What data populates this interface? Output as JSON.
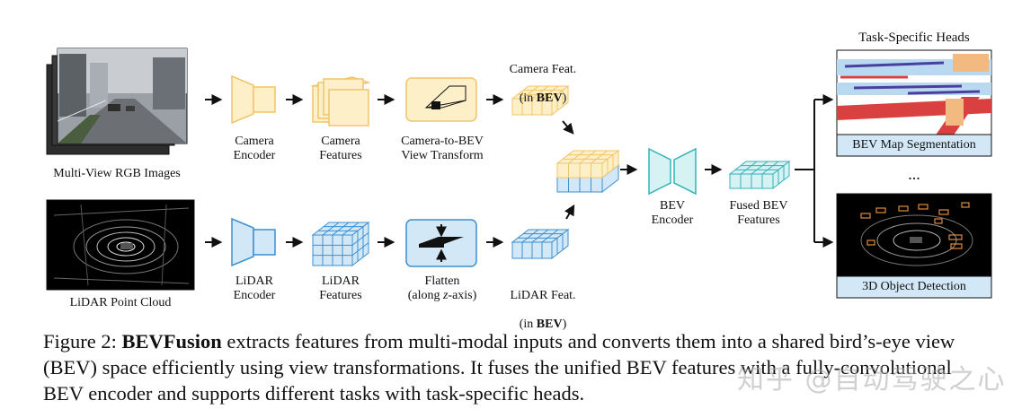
{
  "inputs": {
    "camera_images_label": "Multi-View RGB Images",
    "lidar_cloud_label": "LiDAR Point Cloud"
  },
  "camera_branch": {
    "encoder_label": "Camera\nEncoder",
    "features_label": "Camera\nFeatures",
    "transform_label": "Camera-to-BEV\nView Transform",
    "bev_feat_label_line1": "Camera Feat.",
    "bev_feat_label_pre": "(in ",
    "bev_feat_label_bold": "BEV",
    "bev_feat_label_post": ")"
  },
  "lidar_branch": {
    "encoder_label": "LiDAR\nEncoder",
    "features_label": "LiDAR\nFeatures",
    "flatten_label_pre": "Flatten\n(along ",
    "flatten_label_italic": "z",
    "flatten_label_post": "-axis)",
    "bev_feat_label_line1": "LiDAR Feat.",
    "bev_feat_label_pre": "(in ",
    "bev_feat_label_bold": "BEV",
    "bev_feat_label_post": ")"
  },
  "fusion": {
    "bev_encoder_label": "BEV\nEncoder",
    "fused_label": "Fused BEV\nFeatures"
  },
  "heads": {
    "title": "Task-Specific Heads",
    "map_seg_label": "BEV Map Segmentation",
    "ellipsis": "...",
    "det_label": "3D Object Detection"
  },
  "caption": {
    "prefix": "Figure 2: ",
    "bold": "BEVFusion",
    "text": " extracts features from multi-modal inputs and converts them into a shared bird’s-eye view (BEV) space efficiently using view transformations. It fuses the unified BEV features with a fully-convolutional BEV encoder and supports different tasks with task-specific heads."
  },
  "watermark": "知乎 @自动驾驶之心",
  "colors": {
    "camera": "#f2c46a",
    "camera_fill": "#fdf0c8",
    "lidar": "#3d8fcf",
    "lidar_fill": "#d3e8f7",
    "fused": "#33b3b8",
    "fused_fill": "#d6f2f3"
  }
}
